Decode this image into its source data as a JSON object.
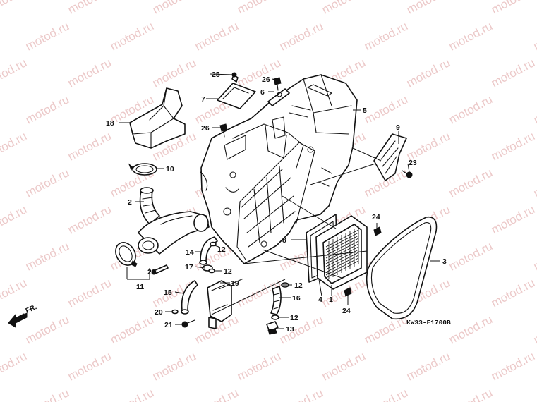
{
  "watermark": "motod.ru",
  "diagram_code": "KW33-F1700B",
  "front_marker": "FR.",
  "callouts": {
    "c1": "1",
    "c2": "2",
    "c3": "3",
    "c4": "4",
    "c5": "5",
    "c6": "6",
    "c7": "7",
    "c8": "8",
    "c9": "9",
    "c10": "10",
    "c11": "11",
    "c12a": "12",
    "c12b": "12",
    "c12c": "12",
    "c12d": "12",
    "c13": "13",
    "c14": "14",
    "c15": "15",
    "c16": "16",
    "c17": "17",
    "c18": "18",
    "c19": "19",
    "c20": "20",
    "c21": "21",
    "c22": "22",
    "c23": "23",
    "c24a": "24",
    "c24b": "24",
    "c25": "25",
    "c26a": "26",
    "c26b": "26"
  }
}
